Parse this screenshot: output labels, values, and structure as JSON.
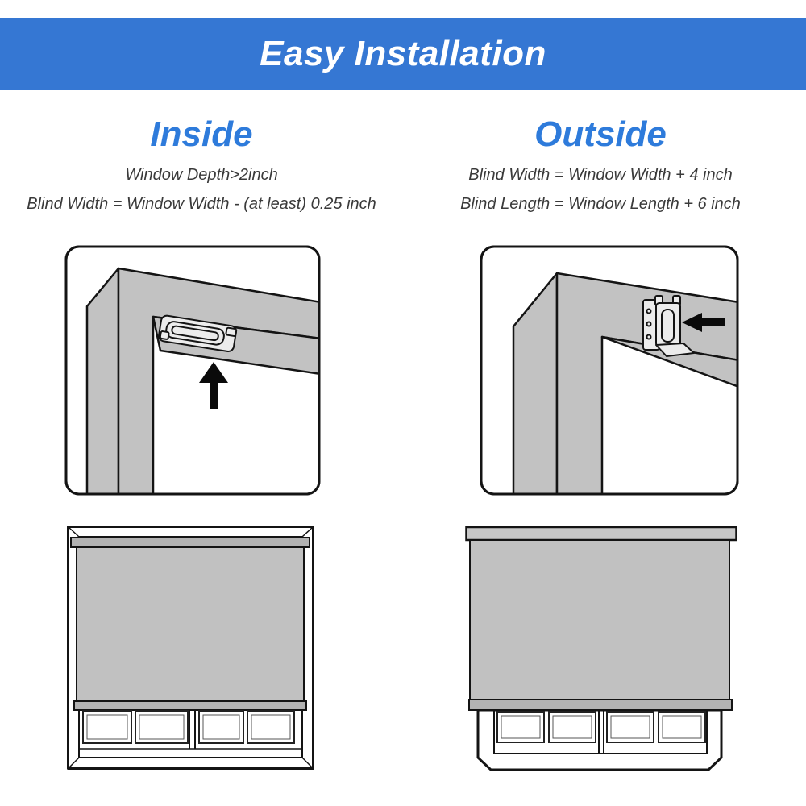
{
  "banner": {
    "title": "Easy Installation"
  },
  "sections": {
    "inside": {
      "heading": "Inside",
      "line1": "Window Depth>2inch",
      "line2": "Blind Width = Window Width - (at least) 0.25 inch"
    },
    "outside": {
      "heading": "Outside",
      "line1": "Blind Width = Window Width + 4 inch",
      "line2": "Blind Length = Window Length + 6 inch"
    }
  },
  "icons": {
    "up_arrow": "↑",
    "left_arrow": "←"
  },
  "colors": {
    "banner_bg": "#3577d3",
    "heading_blue": "#2e7bdb",
    "text_dark": "#3a3a3a",
    "frame_gray": "#c2c2c2",
    "shade_gray": "#c1c1c1",
    "bar_gray": "#b3b3b3",
    "bracket_fill": "#ececec",
    "line_dark": "#141414"
  }
}
